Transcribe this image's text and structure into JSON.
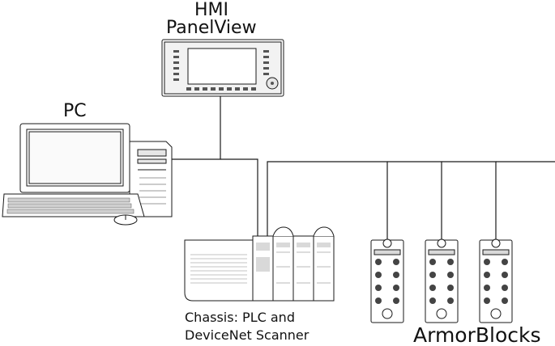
{
  "labels": {
    "hmi_line1": "HMI",
    "hmi_line2": "PanelView",
    "pc": "PC",
    "chassis_line1": "Chassis: PLC and",
    "chassis_line2": "DeviceNet Scanner",
    "armorblocks": "ArmorBlocks"
  },
  "nodes": [
    {
      "id": "hmi",
      "label": "HMI PanelView",
      "icon": "hmi-panel-icon"
    },
    {
      "id": "pc",
      "label": "PC",
      "icon": "desktop-computer-icon"
    },
    {
      "id": "chassis",
      "label": "Chassis: PLC and DeviceNet Scanner",
      "icon": "plc-chassis-icon"
    },
    {
      "id": "armorblock-1",
      "label": "ArmorBlocks",
      "icon": "armorblock-icon"
    },
    {
      "id": "armorblock-2",
      "label": "ArmorBlocks",
      "icon": "armorblock-icon"
    },
    {
      "id": "armorblock-3",
      "label": "ArmorBlocks",
      "icon": "armorblock-icon"
    }
  ],
  "edges": [
    {
      "from": "hmi",
      "to": "network"
    },
    {
      "from": "pc",
      "to": "network"
    },
    {
      "from": "chassis",
      "to": "network"
    },
    {
      "from": "armorblock-1",
      "to": "network"
    },
    {
      "from": "armorblock-2",
      "to": "network"
    },
    {
      "from": "armorblock-3",
      "to": "network"
    }
  ],
  "colors": {
    "stroke": "#1a1a1a",
    "fill": "#ffffff",
    "shade": "#d9d9d9"
  }
}
